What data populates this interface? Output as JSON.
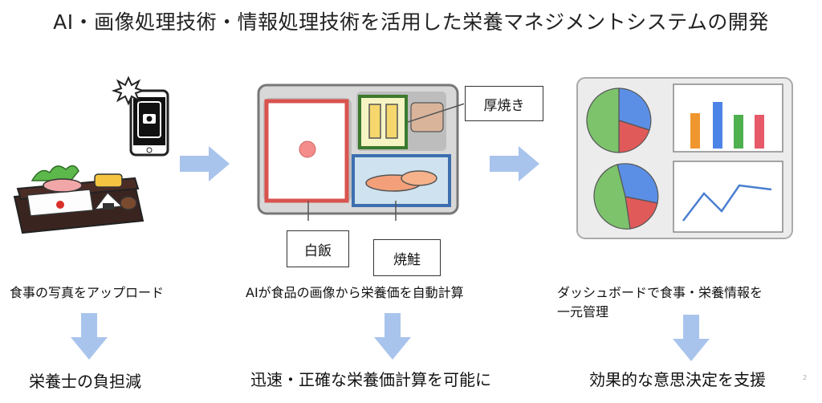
{
  "title": "AI・画像処理技術・情報処理技術を活用した栄養マネジメントシステムの開発",
  "columns": [
    {
      "caption": "食事の写真をアップロード",
      "result": "栄養士の負担減"
    },
    {
      "caption": "AIが食品の画像から栄養価を自動計算",
      "result": "迅速・正確な栄養価計算を可能に"
    },
    {
      "caption_line1": "ダッシュボードで食事・栄養情報を",
      "caption_line2": "一元管理",
      "result": "効果的な意思決定を支援"
    }
  ],
  "callouts": {
    "atsuyaki": "厚焼き",
    "hakuhan": "白飯",
    "yakisake": "焼鮭"
  },
  "page_number": "2",
  "colors": {
    "arrow": "#a9c4ec",
    "tray_border": "#666666",
    "rice_border": "#d9534f",
    "omelet_border": "#3b7a2e",
    "salmon_border": "#3d6fb0",
    "pie_blue": "#5b8fe6",
    "pie_green": "#7cc36c",
    "pie_red": "#e05a5a",
    "bar_orange": "#f0962e",
    "bar_blue": "#4c83e6",
    "bar_green": "#4fb04f",
    "bar_red": "#e65a6a",
    "line_blue": "#4c7fd0"
  }
}
